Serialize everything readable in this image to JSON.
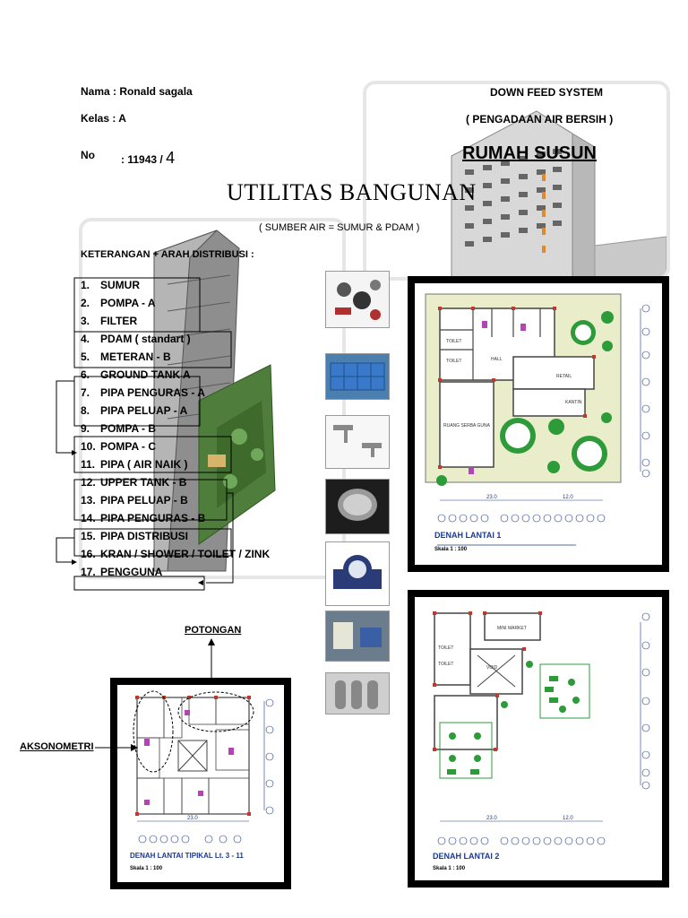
{
  "header": {
    "nama": "Nama   : Ronald sagala",
    "kelas": "Kelas   : A",
    "no_label": "No",
    "no_value": ": 11943 /",
    "no_suffix": "4",
    "system": "DOWN FEED SYSTEM",
    "subtitle": "( PENGADAAN AIR BERSIH )",
    "building": "RUMAH SUSUN"
  },
  "title": "UTILITAS BANGUNAN",
  "source": "( SUMBER AIR = SUMUR & PDAM )",
  "legend_heading": "KETERANGAN + ARAH DISTRIBUSI :",
  "items": [
    {
      "n": "1.",
      "t": "SUMUR"
    },
    {
      "n": "2.",
      "t": "POMPA - A"
    },
    {
      "n": "3.",
      "t": "FILTER"
    },
    {
      "n": "4.",
      "t": "PDAM ( standart )"
    },
    {
      "n": "5.",
      "t": "METERAN - B"
    },
    {
      "n": "6.",
      "t": "GROUND TANK A"
    },
    {
      "n": "7.",
      "t": "PIPA PENGURAS - A"
    },
    {
      "n": "8.",
      "t": "PIPA PELUAP - A"
    },
    {
      "n": "9.",
      "t": "POMPA - B"
    },
    {
      "n": "10.",
      "t": "POMPA - C"
    },
    {
      "n": "11.",
      "t": "PIPA ( AIR NAIK )"
    },
    {
      "n": "12.",
      "t": "UPPER TANK - B"
    },
    {
      "n": "13.",
      "t": "PIPA PELUAP - B"
    },
    {
      "n": "14.",
      "t": "PIPA PENGURAS - B"
    },
    {
      "n": "15.",
      "t": "PIPA DISTRIBUSI"
    },
    {
      "n": "16.",
      "t": "KRAN / SHOWER / TOILET / ZINK"
    },
    {
      "n": "17.",
      "t": "PENGGUNA"
    }
  ],
  "labels": {
    "potongan": "POTONGAN",
    "aksonometri": "AKSONOMETRI"
  },
  "plans": {
    "lantai1": {
      "title": "DENAH LANTAI 1",
      "scale": "Skala 1 : 100",
      "dim_a": "23.0",
      "dim_b": "12.0",
      "rooms": [
        "TOILET",
        "TOILET",
        "HALL",
        "RETAIL",
        "KANTIN",
        "RUANG SERBA GUNA"
      ]
    },
    "lantai2": {
      "title": "DENAH LANTAI 2",
      "scale": "Skala 1 : 100",
      "dim_a": "23.0",
      "dim_b": "12.0",
      "rooms": [
        "MINI MARKET",
        "TOILET",
        "TOILET",
        "VOID"
      ]
    },
    "tipikal": {
      "title": "DENAH LANTAI TIPIKAL Lt. 3 - 11",
      "scale": "Skala 1 : 100",
      "dim_a": "23.0"
    }
  },
  "colors": {
    "accent_blue": "#1c3a8a",
    "green": "#2e9b3a",
    "wall": "#555555",
    "column": "#c0392b"
  }
}
